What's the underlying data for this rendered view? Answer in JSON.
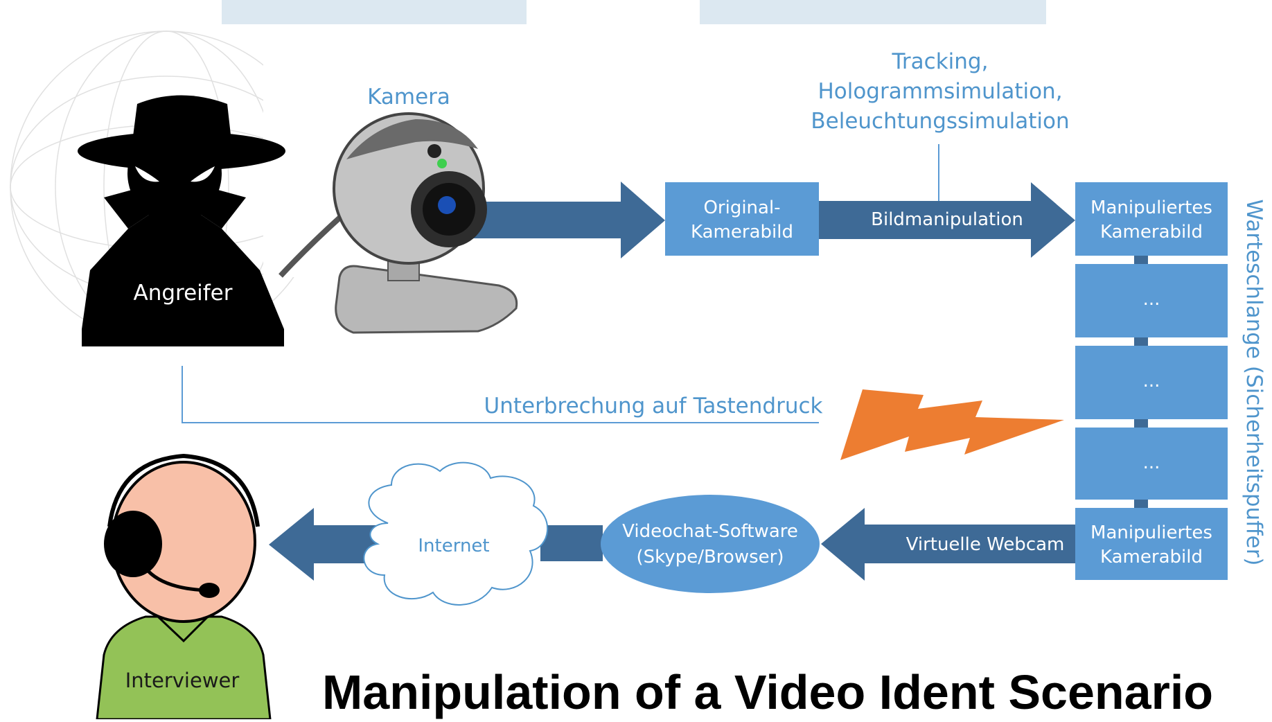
{
  "title": "Manipulation of a Video Ident Scenario",
  "actors": {
    "attacker": "Angreifer",
    "camera": "Kamera",
    "interviewer": "Interviewer"
  },
  "boxes": {
    "original_line1": "Original-",
    "original_line2": "Kamerabild",
    "manip_top_line1": "Manipuliertes",
    "manip_top_line2": "Kamerabild",
    "queue_dots": "...",
    "manip_bottom_line1": "Manipuliertes",
    "manip_bottom_line2": "Kamerabild"
  },
  "labels": {
    "tracking_line1": "Tracking,",
    "tracking_line2": "Hologrammsimulation,",
    "tracking_line3": "Beleuchtungssimulation",
    "bildmanipulation": "Bildmanipulation",
    "interruption": "Unterbrechung auf Tastendruck",
    "virtual_webcam": "Virtuelle Webcam",
    "videochat_line1": "Videochat-Software",
    "videochat_line2": "(Skype/Browser)",
    "internet": "Internet",
    "queue": "Warteschlange (Sicherheitspuffer)"
  },
  "colors": {
    "box_blue": "#5b9bd5",
    "arrow_blue": "#3e6a96",
    "label_blue": "#4f95cc",
    "lightning": "#ed7d31",
    "skin": "#f8c0a8",
    "shirt": "#93c257",
    "watermark": "#dce8f1"
  },
  "icons": [
    "spy-icon",
    "webcam-icon",
    "lightning-icon",
    "cloud-icon",
    "headset-person-icon"
  ]
}
